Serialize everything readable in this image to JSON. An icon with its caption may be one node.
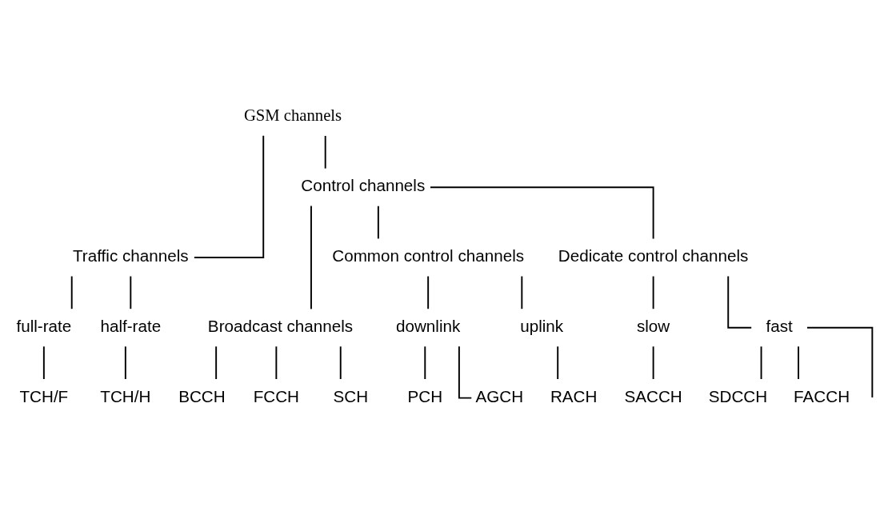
{
  "diagram": {
    "nodes": [
      {
        "text": [
          "GSM channels"
        ]
      },
      {
        "text": [
          "Traffic channels"
        ]
      },
      {
        "text": [
          "Control channels"
        ]
      },
      {
        "text": [
          "Broadcast channels"
        ]
      },
      {
        "text": [
          "Common control channels"
        ]
      },
      {
        "text": [
          "Dedicate control channels"
        ]
      },
      {
        "text": [
          "full-rate"
        ]
      },
      {
        "text": [
          "half-rate"
        ]
      },
      {
        "text": [
          "downlink"
        ]
      },
      {
        "text": [
          "uplink"
        ]
      },
      {
        "text": [
          "slow"
        ]
      },
      {
        "text": [
          "fast"
        ]
      },
      {
        "text": [
          "TCH/F"
        ]
      },
      {
        "text": [
          "TCH/H"
        ]
      },
      {
        "text": [
          "BCCH"
        ]
      },
      {
        "text": [
          "FCCH"
        ]
      },
      {
        "text": [
          "SCH"
        ]
      },
      {
        "text": [
          "PCH"
        ]
      },
      {
        "text": [
          "AGCH"
        ]
      },
      {
        "text": [
          "RACH"
        ]
      },
      {
        "text": [
          "SACCH"
        ]
      },
      {
        "text": [
          "SDCCH"
        ]
      },
      {
        "text": [
          "FACCH"
        ]
      }
    ],
    "edges": [
      {
        "from": 0,
        "to": 1,
        "arrow": "none"
      },
      {
        "from": 0,
        "to": 2,
        "arrow": "none"
      },
      {
        "from": 1,
        "to": 6,
        "arrow": "none"
      },
      {
        "from": 1,
        "to": 7,
        "arrow": "none"
      },
      {
        "from": 6,
        "to": 12,
        "arrow": "none"
      },
      {
        "from": 7,
        "to": 13,
        "arrow": "none"
      },
      {
        "from": 2,
        "to": 3,
        "arrow": "none"
      },
      {
        "from": 2,
        "to": 4,
        "arrow": "none"
      },
      {
        "from": 2,
        "to": 5,
        "arrow": "none"
      },
      {
        "from": 3,
        "to": 14,
        "arrow": "none"
      },
      {
        "from": 3,
        "to": 15,
        "arrow": "none"
      },
      {
        "from": 3,
        "to": 16,
        "arrow": "none"
      },
      {
        "from": 4,
        "to": 8,
        "arrow": "none"
      },
      {
        "from": 4,
        "to": 9,
        "arrow": "none"
      },
      {
        "from": 8,
        "to": 17,
        "arrow": "none"
      },
      {
        "from": 8,
        "to": 18,
        "arrow": "none"
      },
      {
        "from": 9,
        "to": 19,
        "arrow": "none"
      },
      {
        "from": 5,
        "to": 10,
        "arrow": "none"
      },
      {
        "from": 5,
        "to": 11,
        "arrow": "none"
      },
      {
        "from": 10,
        "to": 20,
        "arrow": "none"
      },
      {
        "from": 11,
        "to": 21,
        "arrow": "none"
      },
      {
        "from": 11,
        "to": null,
        "arrow": "none"
      },
      {
        "from": 11,
        "to": 22,
        "arrow": "none"
      }
    ]
  }
}
